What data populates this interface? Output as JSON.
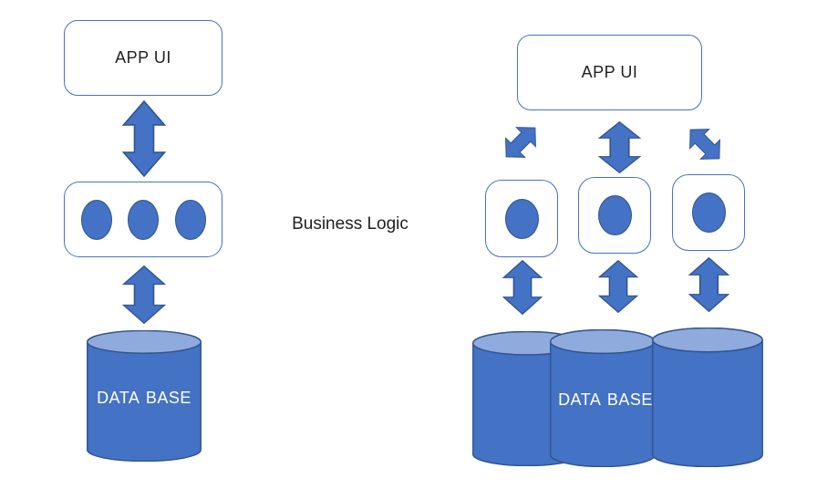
{
  "left_diagram": {
    "app_ui_label": "APP UI",
    "database_label": "DATA BASE",
    "logic_dot_count": 3
  },
  "center": {
    "business_logic_label": "Business Logic"
  },
  "right_diagram": {
    "app_ui_label": "APP UI",
    "database_label": "DATA BASE",
    "service_count": 3,
    "database_count": 3
  },
  "colors": {
    "shape_fill": "#4472C4",
    "shape_border": "#2F528F",
    "cylinder_top": "#8FAADC",
    "box_outline": "#4472C4",
    "label_dark": "#1f1f1f",
    "label_light": "#ffffff",
    "background": "#ffffff"
  },
  "icons": {
    "updown_arrow": "↕",
    "diagonal_arrow_ne_sw": "⤢",
    "diagonal_arrow_nw_se": "⤡"
  }
}
